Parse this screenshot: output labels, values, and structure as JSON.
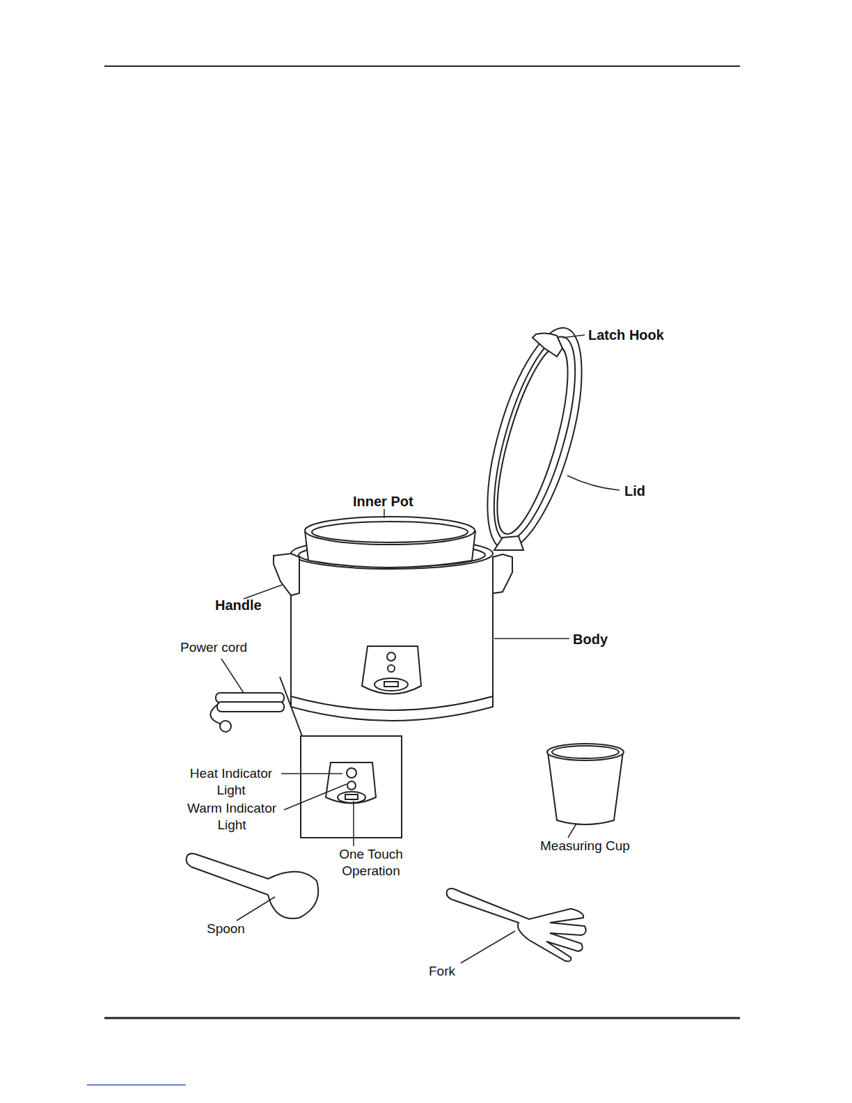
{
  "diagram": {
    "labels": [
      "Latch Hook",
      "Lid",
      "Inner Pot",
      "Handle",
      "Body",
      "Power cord",
      "Heat Indicator Light",
      "Warm Indicator Light",
      "One Touch Operation",
      "Measuring Cup",
      "Spoon",
      "Fork"
    ]
  }
}
